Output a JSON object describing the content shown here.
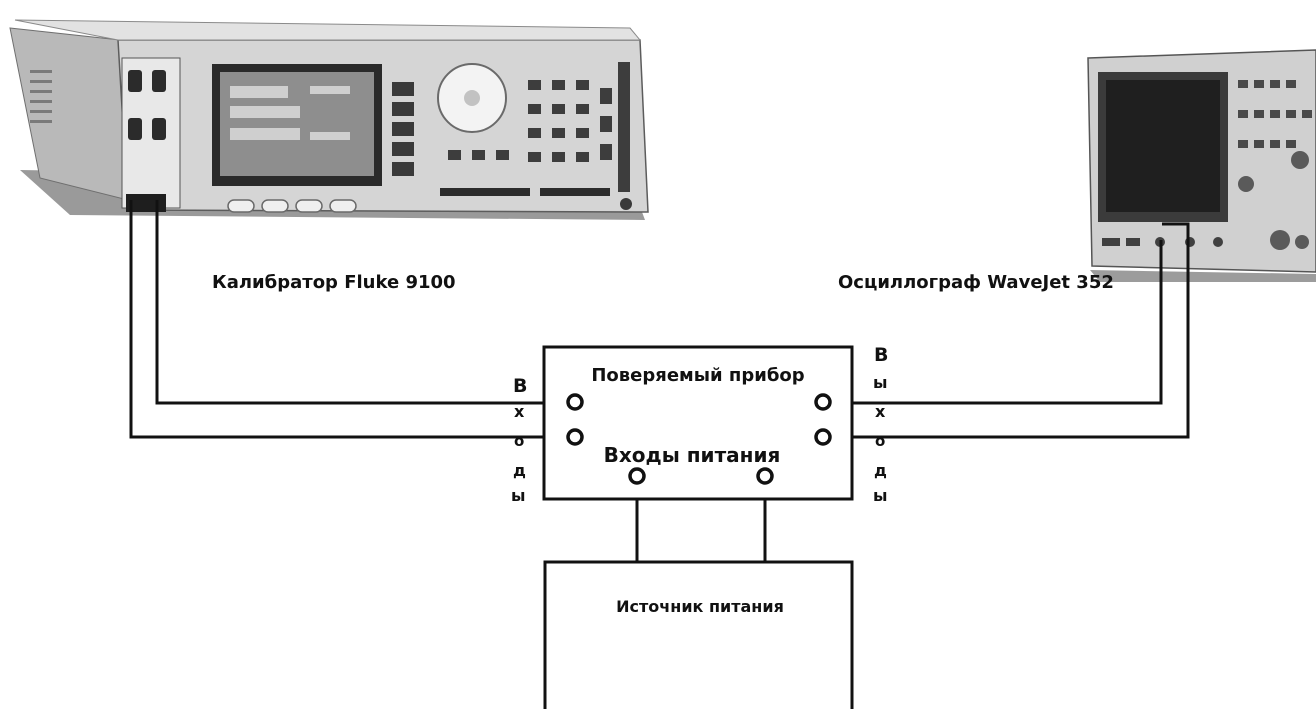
{
  "labels": {
    "calibrator": "Калибратор Fluke 9100",
    "oscilloscope": "Осциллограф WaveJet 352",
    "device": "Поверяемый прибор",
    "power_inputs": "Входы питания",
    "power_source": "Источник питания"
  },
  "inputs_letters": [
    "В",
    "х",
    "о",
    "д",
    "ы"
  ],
  "outputs_letters": [
    "В",
    "ы",
    "х",
    "о",
    "д",
    "ы"
  ]
}
